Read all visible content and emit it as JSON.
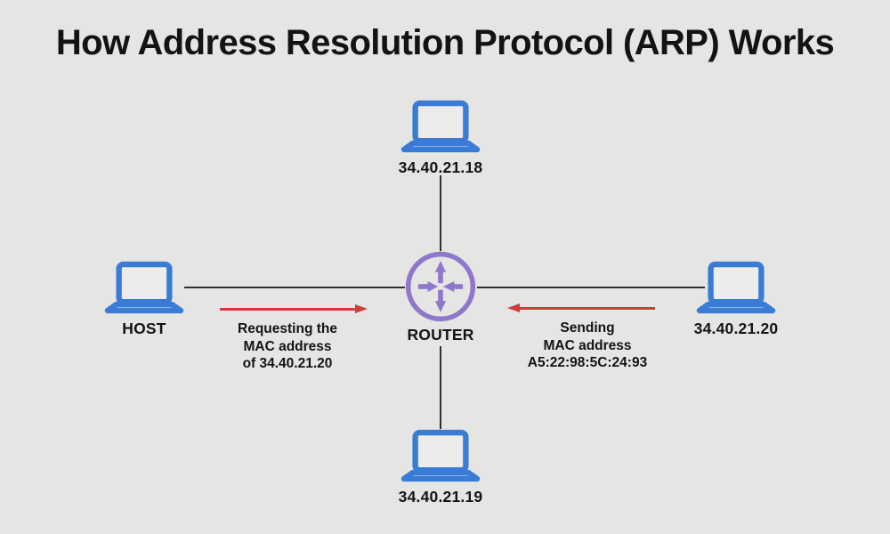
{
  "title": "How Address Resolution Protocol (ARP) Works",
  "nodes": {
    "top": {
      "label": "34.40.21.18",
      "icon": "laptop-icon"
    },
    "left": {
      "label": "HOST",
      "icon": "laptop-icon"
    },
    "right": {
      "label": "34.40.21.20",
      "icon": "laptop-icon"
    },
    "bottom": {
      "label": "34.40.21.19",
      "icon": "laptop-icon"
    },
    "router": {
      "label": "ROUTER",
      "icon": "router-icon"
    }
  },
  "messages": {
    "request": {
      "direction": "right",
      "lines": [
        "Requesting the",
        "MAC address",
        "of 34.40.21.20"
      ]
    },
    "reply": {
      "direction": "left",
      "lines": [
        "Sending",
        "MAC address",
        "A5:22:98:5C:24:93"
      ]
    }
  },
  "colors": {
    "background": "#e5e5e4",
    "laptop": "#3a7cd5",
    "screenfill": "#ececeb",
    "router": "#8f77cb",
    "arrow": "#ce3d3c",
    "text": "#131313",
    "line": "#2f2f2f"
  }
}
